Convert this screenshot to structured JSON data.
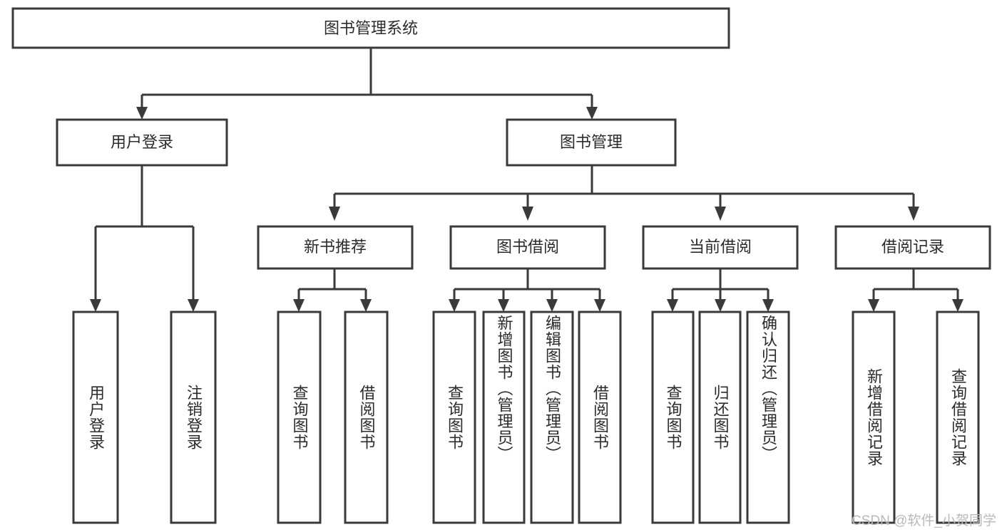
{
  "diagram": {
    "title": "图书管理系统",
    "watermark": "CSDN @软件_小贺同学",
    "colors": {
      "stroke": "#3a3a3a",
      "fill": "#ffffff",
      "text": "#2b2b2b",
      "watermark": "#b9b9b9",
      "background": "#ffffff"
    },
    "root": {
      "label": "图书管理系统"
    },
    "level2": [
      {
        "label": "用户登录"
      },
      {
        "label": "图书管理"
      }
    ],
    "level3": [
      {
        "label": "新书推荐"
      },
      {
        "label": "图书借阅"
      },
      {
        "label": "当前借阅"
      },
      {
        "label": "借阅记录"
      }
    ],
    "leaves": {
      "user_login": [
        {
          "label": "用户登录"
        },
        {
          "label": "注销登录"
        }
      ],
      "new_book_recommend": [
        {
          "label": "查询图书"
        },
        {
          "label": "借阅图书"
        }
      ],
      "book_borrow": [
        {
          "label": "查询图书"
        },
        {
          "label": "新增图书（管理员）"
        },
        {
          "label": "编辑图书（管理员）"
        },
        {
          "label": "借阅图书"
        }
      ],
      "current_borrow": [
        {
          "label": "查询图书"
        },
        {
          "label": "归还图书"
        },
        {
          "label": "确认归还（管理员）"
        }
      ],
      "borrow_record": [
        {
          "label": "新增借阅记录"
        },
        {
          "label": "查询借阅记录"
        }
      ]
    }
  }
}
